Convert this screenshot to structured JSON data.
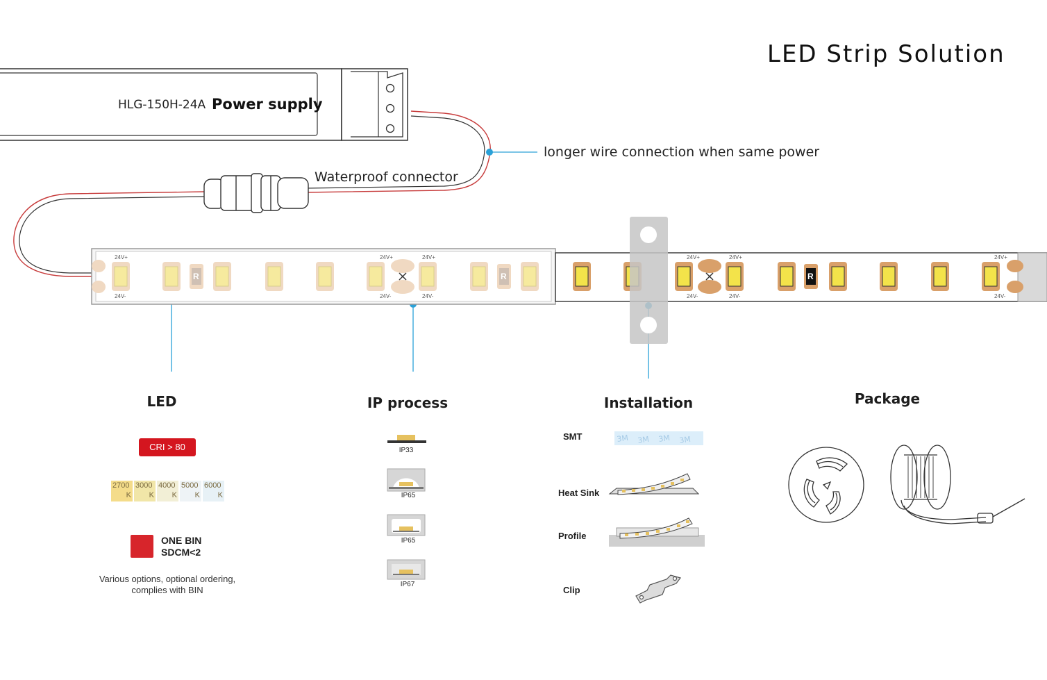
{
  "title": "LED Strip Solution",
  "power_supply": {
    "model": "HLG-150H-24A",
    "label": "Power supply"
  },
  "wire_note": "longer wire connection when same power",
  "connector_label": "Waterproof connector",
  "strip": {
    "resistor": "R",
    "v_plus": "24V+",
    "v_minus": "24V-"
  },
  "sections": {
    "led": "LED",
    "ip": "IP process",
    "installation": "Installation",
    "package": "Package"
  },
  "led": {
    "cri": "CRI > 80",
    "cct": [
      {
        "value": "2700",
        "unit": "K"
      },
      {
        "value": "3000",
        "unit": "K"
      },
      {
        "value": "4000",
        "unit": "K"
      },
      {
        "value": "5000",
        "unit": "K"
      },
      {
        "value": "6000",
        "unit": "K"
      }
    ],
    "bin_line1": "ONE BIN",
    "bin_line2": "SDCM<2",
    "note_line1": "Various options, optional ordering,",
    "note_line2": "complies with BIN"
  },
  "ip": [
    "IP33",
    "IP65",
    "IP65",
    "IP67"
  ],
  "installation": [
    "SMT",
    "Heat Sink",
    "Profile",
    "Clip"
  ],
  "colors": {
    "accent": "#2aa1d8",
    "wire_red": "#c73b3b",
    "badge_red": "#d4161f",
    "chip_yellow": "#f3e34a",
    "pad_copper": "#d9a06a"
  }
}
